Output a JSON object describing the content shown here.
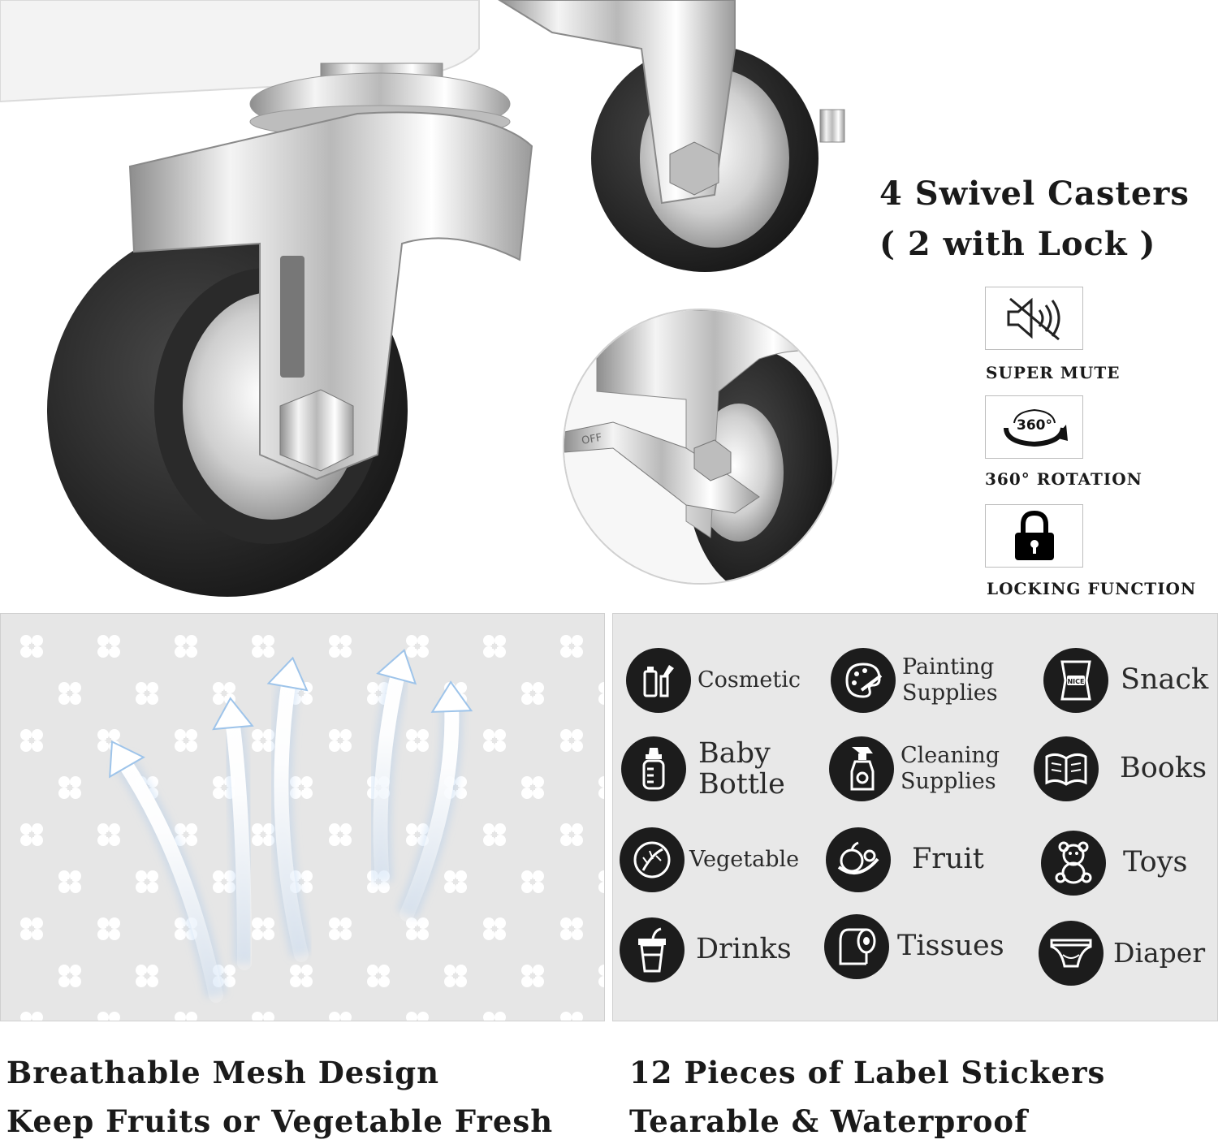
{
  "casters": {
    "title_line1": "4 Swivel Casters",
    "title_line2": "( 2 with Lock )",
    "features": [
      {
        "label": "SUPER MUTE",
        "icon": "speaker-mute-icon"
      },
      {
        "label": "360°  ROTATION",
        "icon": "rotate-360-icon",
        "icon_text": "360°"
      },
      {
        "label": "LOCKING FUNCTION",
        "icon": "padlock-icon"
      }
    ],
    "brake_text": "OFF"
  },
  "stickers": [
    {
      "label": "Cosmetic",
      "icon": "cosmetic-icon"
    },
    {
      "label": "Painting\nSupplies",
      "icon": "palette-icon"
    },
    {
      "label": "Snack",
      "icon": "snack-bag-icon",
      "icon_text": "NICE"
    },
    {
      "label": "Baby\nBottle",
      "icon": "baby-bottle-icon"
    },
    {
      "label": "Cleaning\nSupplies",
      "icon": "spray-bottle-icon"
    },
    {
      "label": "Books",
      "icon": "book-icon"
    },
    {
      "label": "Vegetable",
      "icon": "cabbage-icon"
    },
    {
      "label": "Fruit",
      "icon": "fruit-icon"
    },
    {
      "label": "Toys",
      "icon": "teddy-bear-icon"
    },
    {
      "label": "Drinks",
      "icon": "cup-icon"
    },
    {
      "label": "Tissues",
      "icon": "tissue-roll-icon"
    },
    {
      "label": "Diaper",
      "icon": "diaper-icon"
    }
  ],
  "captions": {
    "mesh_line1": "Breathable Mesh Design",
    "mesh_line2": "Keep Fruits or Vegetable Fresh",
    "labels_line1": "12 Pieces of Label Stickers",
    "labels_line2": "Tearable & Waterproof"
  },
  "colors": {
    "chrome": "#cfcfcf",
    "wheel": "#2b2b2b",
    "sticker_circle": "#1c1c1c",
    "panel_bg": "#e6e6e6",
    "air_arrow_glow": "#9ec4ea"
  }
}
